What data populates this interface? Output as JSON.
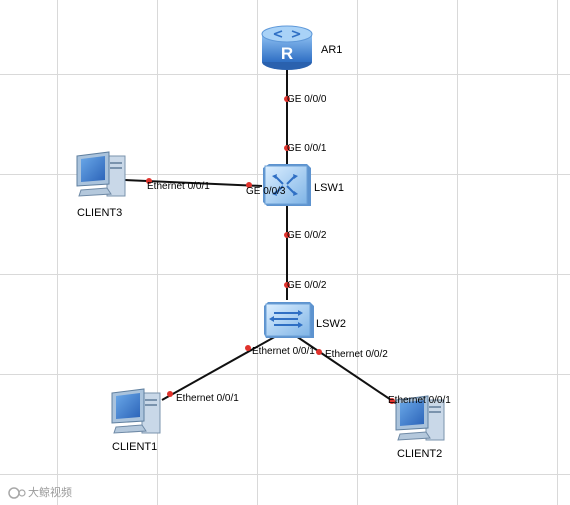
{
  "devices": {
    "ar1": {
      "name": "AR1",
      "icon": "router-icon"
    },
    "lsw1": {
      "name": "LSW1",
      "icon": "core-switch-icon"
    },
    "lsw2": {
      "name": "LSW2",
      "icon": "switch-icon"
    },
    "client1": {
      "name": "CLIENT1",
      "icon": "pc-icon"
    },
    "client2": {
      "name": "CLIENT2",
      "icon": "pc-icon"
    },
    "client3": {
      "name": "CLIENT3",
      "icon": "pc-icon"
    }
  },
  "links": [
    {
      "from": "AR1",
      "to": "LSW1",
      "from_port": "GE 0/0/0",
      "to_port": "GE 0/0/1"
    },
    {
      "from": "LSW1",
      "to": "CLIENT3",
      "from_port": "GE 0/0/3",
      "to_port": "Ethernet 0/0/1"
    },
    {
      "from": "LSW1",
      "to": "LSW2",
      "from_port": "GE 0/0/2",
      "to_port": "GE 0/0/2"
    },
    {
      "from": "LSW2",
      "to": "CLIENT1",
      "from_port": "Ethernet 0/0/1",
      "to_port": "Ethernet 0/0/1"
    },
    {
      "from": "LSW2",
      "to": "CLIENT2",
      "from_port": "Ethernet 0/0/2",
      "to_port": "Ethernet 0/0/1"
    }
  ],
  "colors": {
    "link": "#111111",
    "port_dot": "#e0322c",
    "device_blue": "#3d7fd4"
  },
  "watermark": "大鲸视频"
}
